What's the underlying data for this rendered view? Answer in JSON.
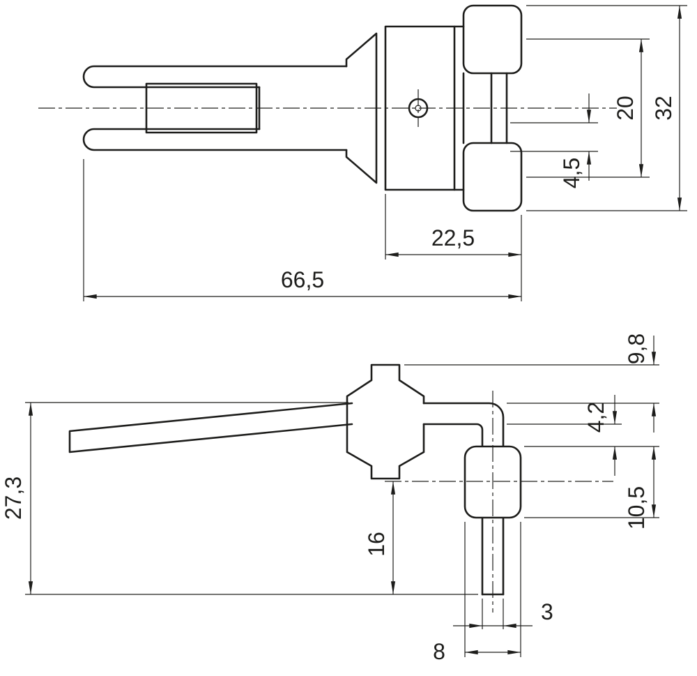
{
  "drawing": {
    "background": "#ffffff",
    "line_color": "#1d1d1b",
    "views": {
      "top": {
        "dims": {
          "roller_spacing": "20",
          "overall_width": "32",
          "offset": "4,5",
          "head_length": "22,5",
          "overall_length": "66,5"
        }
      },
      "side": {
        "dims": {
          "top_offset": "9,8",
          "rod_gap": "4,2",
          "overall_height": "27,3",
          "lower_height": "16",
          "boss_height": "10,5",
          "rod_thickness": "3",
          "boss_width": "8"
        }
      }
    }
  }
}
